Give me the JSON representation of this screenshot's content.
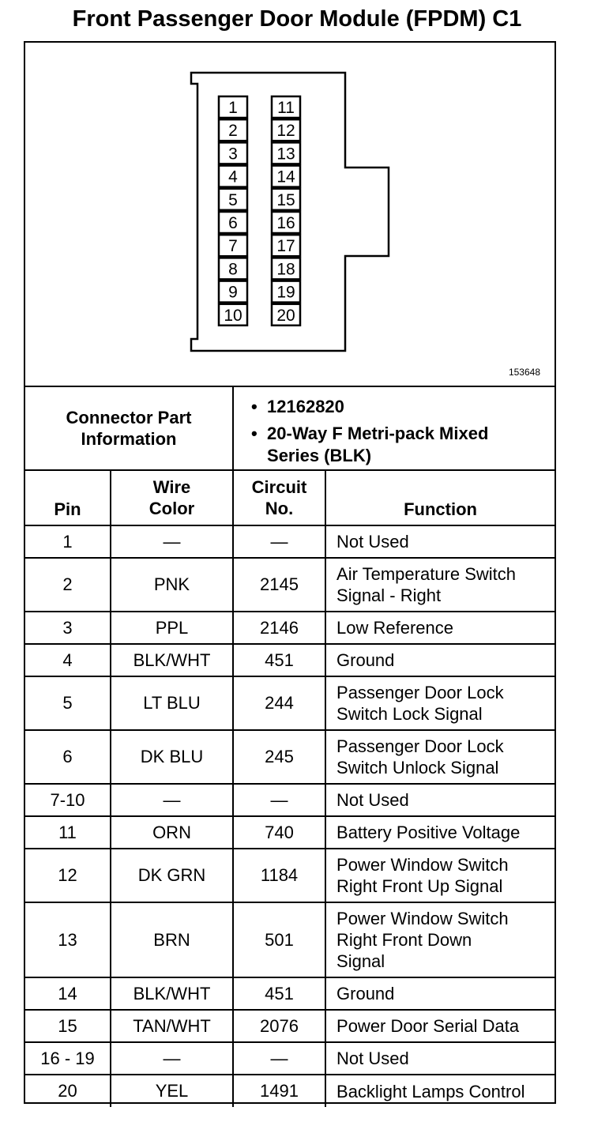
{
  "title": "Front Passenger Door Module (FPDM) C1",
  "figure_id": "153648",
  "connector": {
    "pins_left": [
      "1",
      "2",
      "3",
      "4",
      "5",
      "6",
      "7",
      "8",
      "9",
      "10"
    ],
    "pins_right": [
      "11",
      "12",
      "13",
      "14",
      "15",
      "16",
      "17",
      "18",
      "19",
      "20"
    ]
  },
  "info": {
    "label_line1": "Connector Part",
    "label_line2": "Information",
    "bullet": "•",
    "part_number": "12162820",
    "description_line1": "20-Way F Metri-pack Mixed",
    "description_line2": "Series (BLK)"
  },
  "headers": {
    "pin": "Pin",
    "wire_line1": "Wire",
    "wire_line2": "Color",
    "circuit_line1": "Circuit",
    "circuit_line2": "No.",
    "function": "Function"
  },
  "rows": [
    {
      "pin": "1",
      "wire": "—",
      "circuit": "—",
      "function": [
        "Not Used"
      ]
    },
    {
      "pin": "2",
      "wire": "PNK",
      "circuit": "2145",
      "function": [
        "Air Temperature Switch",
        "Signal - Right"
      ]
    },
    {
      "pin": "3",
      "wire": "PPL",
      "circuit": "2146",
      "function": [
        "Low Reference"
      ]
    },
    {
      "pin": "4",
      "wire": "BLK/WHT",
      "circuit": "451",
      "function": [
        "Ground"
      ]
    },
    {
      "pin": "5",
      "wire": "LT BLU",
      "circuit": "244",
      "function": [
        "Passenger Door Lock",
        "Switch Lock Signal"
      ]
    },
    {
      "pin": "6",
      "wire": "DK BLU",
      "circuit": "245",
      "function": [
        "Passenger Door Lock",
        "Switch Unlock Signal"
      ]
    },
    {
      "pin": "7-10",
      "wire": "—",
      "circuit": "—",
      "function": [
        "Not Used"
      ]
    },
    {
      "pin": "11",
      "wire": "ORN",
      "circuit": "740",
      "function": [
        "Battery Positive Voltage"
      ]
    },
    {
      "pin": "12",
      "wire": "DK GRN",
      "circuit": "1184",
      "function": [
        "Power Window Switch",
        "Right Front Up Signal"
      ]
    },
    {
      "pin": "13",
      "wire": "BRN",
      "circuit": "501",
      "function": [
        "Power Window Switch",
        "Right Front Down",
        "Signal"
      ]
    },
    {
      "pin": "14",
      "wire": "BLK/WHT",
      "circuit": "451",
      "function": [
        "Ground"
      ]
    },
    {
      "pin": "15",
      "wire": "TAN/WHT",
      "circuit": "2076",
      "function": [
        "Power Door Serial Data"
      ]
    },
    {
      "pin": "16 - 19",
      "wire": "—",
      "circuit": "—",
      "function": [
        "Not Used"
      ]
    },
    {
      "pin": "20",
      "wire": "YEL",
      "circuit": "1491",
      "function": [
        "Backlight Lamps Control"
      ]
    }
  ]
}
